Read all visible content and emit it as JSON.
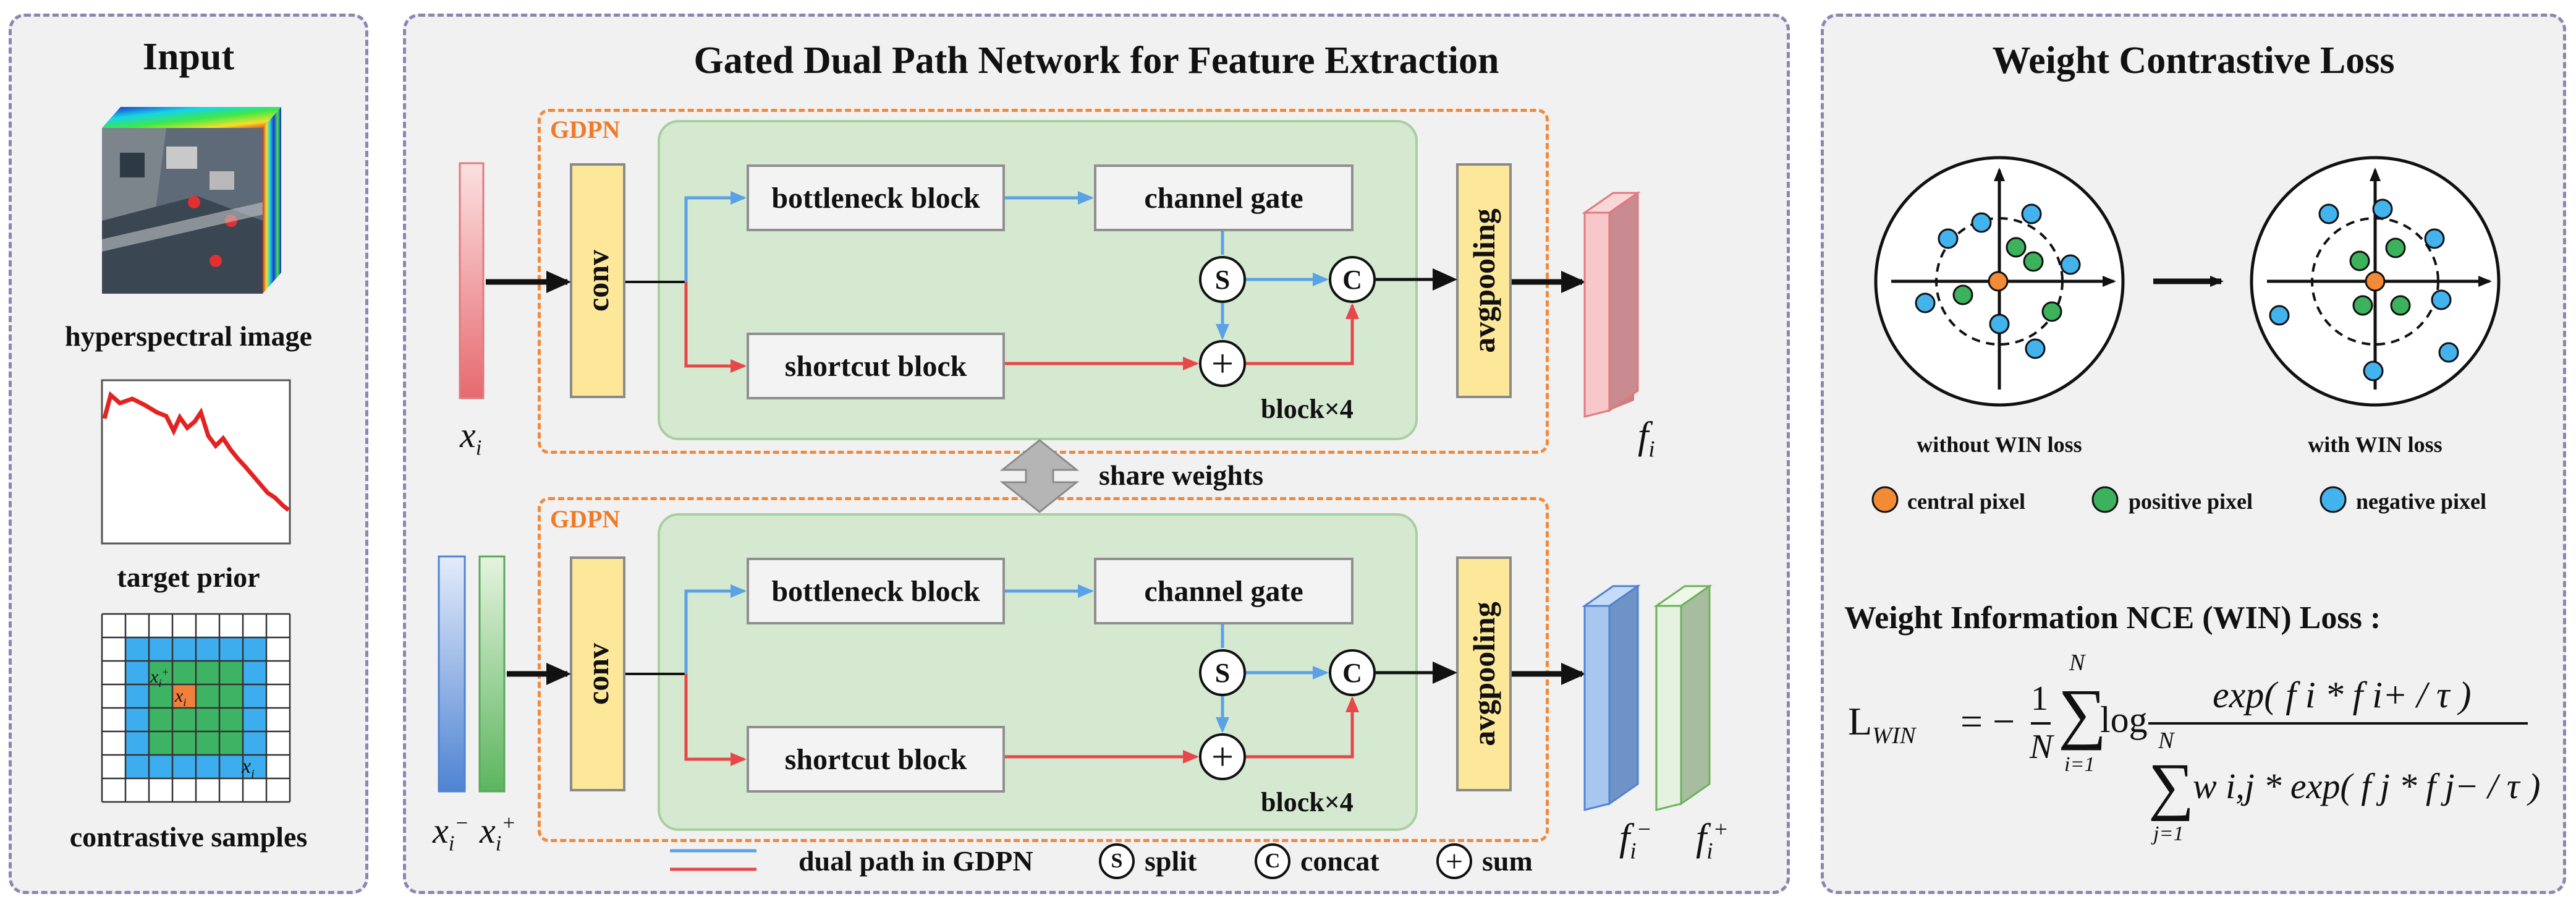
{
  "input_panel": {
    "title": "Input",
    "hsi_caption": "hyperspectral image",
    "prior_caption": "target prior",
    "samples_caption": "contrastive samples",
    "grid_labels": {
      "pos": "x",
      "pos_sup": "+",
      "pos_sub": "i",
      "center": "x",
      "center_sub": "i",
      "neg": "x",
      "neg_sub": "i"
    }
  },
  "network_panel": {
    "title": "Gated Dual Path Network for Feature Extraction",
    "gdpn_tag": "GDPN",
    "conv_label": "conv",
    "bottleneck_label": "bottleneck block",
    "channel_gate_label": "channel gate",
    "shortcut_label": "shortcut block",
    "split_symbol": "S",
    "concat_symbol": "C",
    "sum_symbol": "+",
    "block_repeat": "block×4",
    "pool_label": "avgpooling",
    "share_label": "share weights",
    "inputs": {
      "top": {
        "main": "x",
        "sub": "i"
      },
      "neg": {
        "main": "x",
        "sub": "i",
        "sup": "−"
      },
      "pos": {
        "main": "x",
        "sub": "i",
        "sup": "+"
      }
    },
    "outputs": {
      "top": {
        "main": "f",
        "sub": "i"
      },
      "neg": {
        "main": "f",
        "sub": "i",
        "sup": "−"
      },
      "pos": {
        "main": "f",
        "sub": "i",
        "sup": "+"
      }
    },
    "legend": {
      "dual_path": "dual path in GDPN",
      "split": "split",
      "concat": "concat",
      "sum": "sum"
    }
  },
  "loss_panel": {
    "title": "Weight Contrastive Loss",
    "without_label": "without WIN loss",
    "with_label": "with WIN loss",
    "legend": {
      "central": "central pixel",
      "positive": "positive pixel",
      "negative": "negative pixel"
    },
    "loss_heading": "Weight Information NCE (WIN) Loss :",
    "formula": {
      "lhs_main": "L",
      "lhs_sub": "WIN",
      "eq": "= −",
      "frac1_num": "1",
      "frac1_den": "N",
      "sum_top": "N",
      "sum_bottom": "i=1",
      "log": "log",
      "numerator": "exp( f i * f i+ / τ )",
      "den_sum_top": "N",
      "den_sum_bottom": "j=1",
      "denominator": "w i,j * exp( f j * f j− / τ )"
    }
  },
  "colors": {
    "gdpn_border": "#f08a3c",
    "block_green": "#d5e9d1",
    "yellow": "#fde89a",
    "path_blue": "#5aa1e6",
    "path_red": "#e8474a",
    "central_orange": "#f28a36",
    "positive_green": "#3cb25c",
    "negative_blue": "#43b3ee"
  }
}
